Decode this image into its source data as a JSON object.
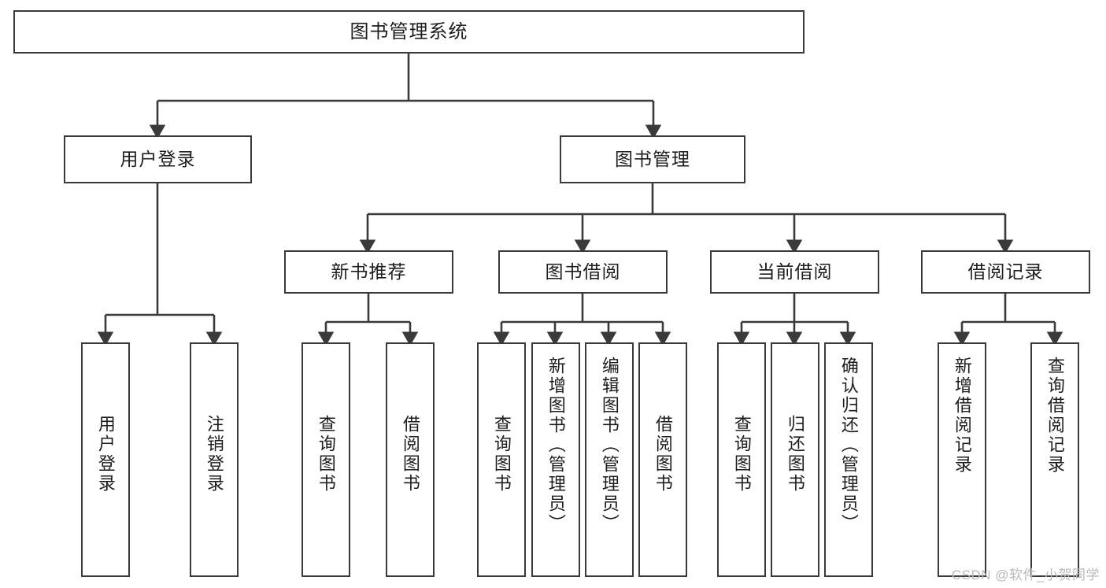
{
  "diagram": {
    "type": "tree",
    "title": "图书管理系统",
    "root": {
      "label": "图书管理系统"
    },
    "level1": [
      {
        "label": "用户登录"
      },
      {
        "label": "图书管理"
      }
    ],
    "level2": [
      {
        "label": "新书推荐"
      },
      {
        "label": "图书借阅"
      },
      {
        "label": "当前借阅"
      },
      {
        "label": "借阅记录"
      }
    ],
    "leaves": {
      "user_login": [
        {
          "label": "用户登录"
        },
        {
          "label": "注销登录"
        }
      ],
      "new_book_rec": [
        {
          "label": "查询图书"
        },
        {
          "label": "借阅图书"
        }
      ],
      "book_borrow": [
        {
          "label": "查询图书"
        },
        {
          "label": "新增图书（管理员）"
        },
        {
          "label": "编辑图书（管理员）"
        },
        {
          "label": "借阅图书"
        }
      ],
      "current_borrow": [
        {
          "label": "查询图书"
        },
        {
          "label": "归还图书"
        },
        {
          "label": "确认归还（管理员）"
        }
      ],
      "borrow_record": [
        {
          "label": "新增借阅记录"
        },
        {
          "label": "查询借阅记录"
        }
      ]
    }
  },
  "watermark": {
    "text": "CSDN @软件_小贺同学"
  },
  "colors": {
    "stroke": "#3a3a3a",
    "background": "#ffffff",
    "text": "#1d1d1d",
    "watermark": "#b9b9b9"
  }
}
